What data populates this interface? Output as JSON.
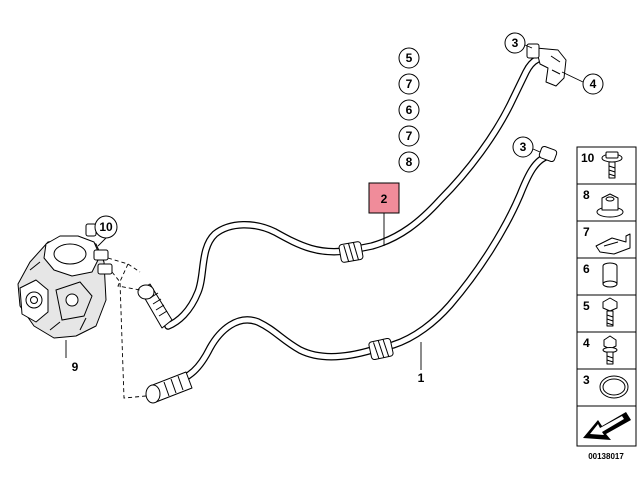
{
  "callouts": {
    "c10": "10",
    "c3a": "3",
    "c4": "4",
    "c3b": "3",
    "c5": "5",
    "c7a": "7",
    "c6": "6",
    "c7b": "7",
    "c8": "8"
  },
  "labels": {
    "part1": "1",
    "part2": "2",
    "part9": "9"
  },
  "legend": {
    "items": [
      "10",
      "8",
      "7",
      "6",
      "5",
      "4",
      "3"
    ]
  },
  "reference_number": "00138017",
  "colors": {
    "highlight": "#f08c9a",
    "line": "#000000"
  }
}
